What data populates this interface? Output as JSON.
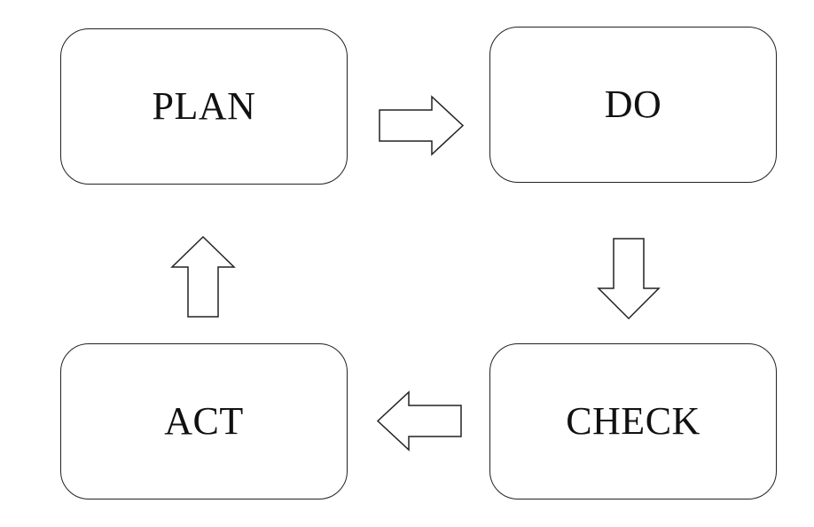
{
  "diagram": {
    "boxes": {
      "plan": "PLAN",
      "do": "DO",
      "check": "CHECK",
      "act": "ACT"
    },
    "arrows": [
      {
        "from": "plan",
        "to": "do",
        "direction": "right"
      },
      {
        "from": "do",
        "to": "check",
        "direction": "down"
      },
      {
        "from": "check",
        "to": "act",
        "direction": "left"
      },
      {
        "from": "act",
        "to": "plan",
        "direction": "up"
      }
    ],
    "colors": {
      "stroke": "#222222",
      "fill": "#ffffff",
      "text": "#111111"
    }
  }
}
